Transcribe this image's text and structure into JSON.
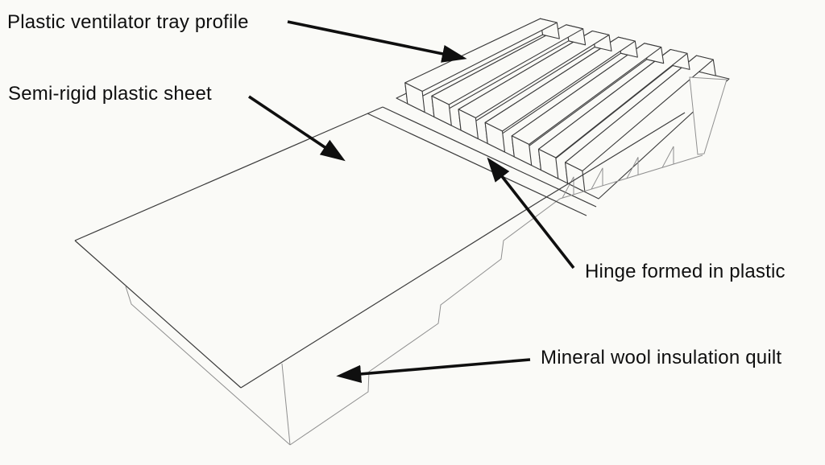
{
  "diagram": {
    "kind": "technical line illustration",
    "subject": "Ventilated insulation assembly: plastic ventilator tray on mineral wool quilt with hinged semi-rigid plastic sheet",
    "colors": {
      "background": "#fafaf7",
      "annotation_ink": "#0f0f0f",
      "primary_line": "#3b3b3b",
      "secondary_line": "#8f8f8f"
    },
    "labels": {
      "tray": {
        "text": "Plastic ventilator tray profile"
      },
      "sheet": {
        "text": "Semi-rigid plastic sheet"
      },
      "hinge": {
        "text": "Hinge formed in plastic"
      },
      "quilt": {
        "text": "Mineral wool insulation quilt"
      }
    },
    "parts": [
      "Plastic ventilator tray profile (corrugated, 7 ribs)",
      "Semi-rigid plastic sheet (flat panel)",
      "Hinge formed in plastic (fold line between sheet and tray)",
      "Mineral wool insulation quilt (slab with slit tabs and steps)"
    ]
  }
}
